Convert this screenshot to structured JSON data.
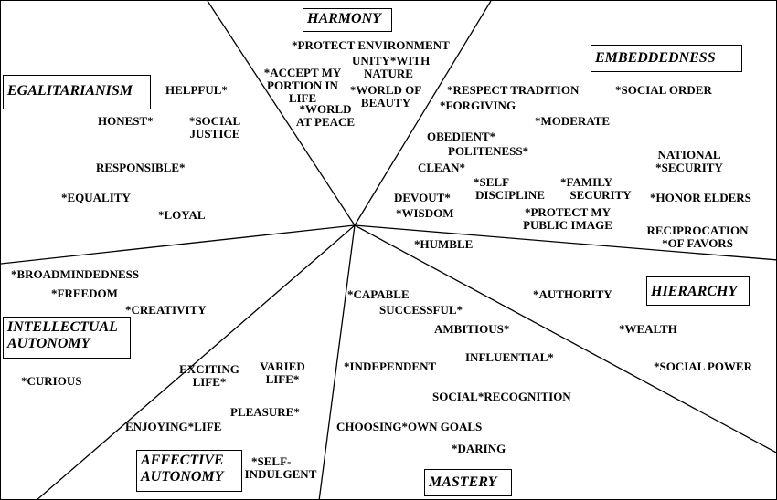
{
  "domains": {
    "harmony": "HARMONY",
    "embeddedness": "EMBEDDEDNESS",
    "egalitarianism": "EGALITARIANISM",
    "hierarchy": "HIERARCHY",
    "intellectual_autonomy": [
      "INTELLECTUAL",
      "AUTONOMY"
    ],
    "affective_autonomy": [
      "AFFECTIVE",
      "AUTONOMY"
    ],
    "mastery": "MASTERY"
  },
  "values": {
    "protect_environment": "*PROTECT ENVIRONMENT",
    "unity_with_nature": [
      "UNITY*WITH",
      "NATURE"
    ],
    "accept_my_portion": [
      "*ACCEPT MY",
      "PORTION IN",
      "LIFE"
    ],
    "world_at_peace": [
      "*WORLD",
      "AT PEACE"
    ],
    "world_of_beauty": [
      "*WORLD OF",
      "BEAUTY"
    ],
    "helpful": "HELPFUL*",
    "honest": "HONEST*",
    "social_justice": [
      "*SOCIAL",
      "JUSTICE"
    ],
    "responsible": "RESPONSIBLE*",
    "equality": "*EQUALITY",
    "loyal": "*LOYAL",
    "respect_tradition": "*RESPECT TRADITION",
    "social_order": "*SOCIAL ORDER",
    "forgiving": "*FORGIVING",
    "moderate": "*MODERATE",
    "obedient": "OBEDIENT*",
    "politeness": "POLITENESS*",
    "clean": "CLEAN*",
    "national_security": [
      "NATIONAL",
      "*SECURITY"
    ],
    "self_discipline": [
      "*SELF",
      "DISCIPLINE"
    ],
    "family_security": [
      "*FAMILY",
      "SECURITY"
    ],
    "honor_elders": "*HONOR ELDERS",
    "devout": "DEVOUT*",
    "wisdom": "*WISDOM",
    "protect_public_image": [
      "*PROTECT MY",
      "PUBLIC IMAGE"
    ],
    "reciprocation_of_favors": [
      "RECIPROCATION",
      "*OF FAVORS"
    ],
    "humble": "*HUMBLE",
    "broadmindedness": "*BROADMINDEDNESS",
    "freedom": "*FREEDOM",
    "creativity": "*CREATIVITY",
    "curious": "*CURIOUS",
    "capable": "*CAPABLE",
    "successful": "SUCCESSFUL*",
    "ambitious": "AMBITIOUS*",
    "authority": "*AUTHORITY",
    "wealth": "*WEALTH",
    "influential": "INFLUENTIAL*",
    "independent": "*INDEPENDENT",
    "social_power": "*SOCIAL POWER",
    "social_recognition": "SOCIAL*RECOGNITION",
    "exciting_life": [
      "EXCITING",
      "LIFE*"
    ],
    "varied_life": [
      "VARIED",
      "LIFE*"
    ],
    "pleasure": "PLEASURE*",
    "enjoying_life": "ENJOYING*LIFE",
    "choosing_own_goals": "CHOOSING*OWN GOALS",
    "daring": "*DARING",
    "self_indulgent": [
      "*SELF-",
      "INDULGENT"
    ]
  }
}
